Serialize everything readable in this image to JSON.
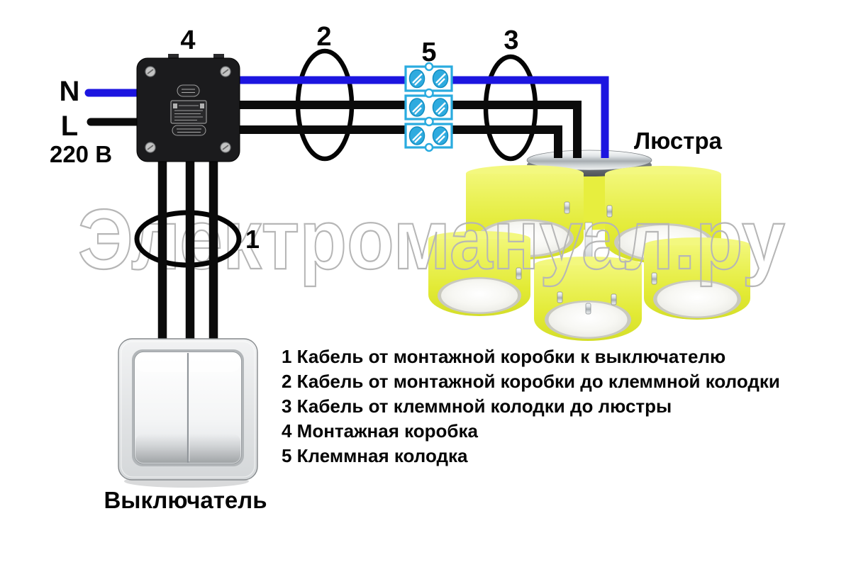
{
  "labels": {
    "n": "N",
    "l": "L",
    "voltage": "220 В",
    "chandelier": "Люстра",
    "switch": "Выключатель"
  },
  "callouts": {
    "c1": "1",
    "c2": "2",
    "c3": "3",
    "c4": "4",
    "c5": "5"
  },
  "legend": {
    "items": [
      "1 Кабель от монтажной коробки к выключателю",
      "2 Кабель от монтажной коробки до клеммной колодки",
      "3 Кабель от клеммной колодки до люстры",
      "4 Монтажная коробка",
      "5 Клеммная колодка"
    ]
  },
  "watermark": {
    "text": "Электромануал.ру"
  },
  "colors": {
    "wire_neutral_blue": "#1c15e0",
    "wire_phase_black": "#0b0b0b",
    "terminal_cyan": "#29abdf",
    "shade_yellow": "#e6ee3b",
    "watermark_gray": "#b6b6b6",
    "ellipse_black": "#050505"
  }
}
